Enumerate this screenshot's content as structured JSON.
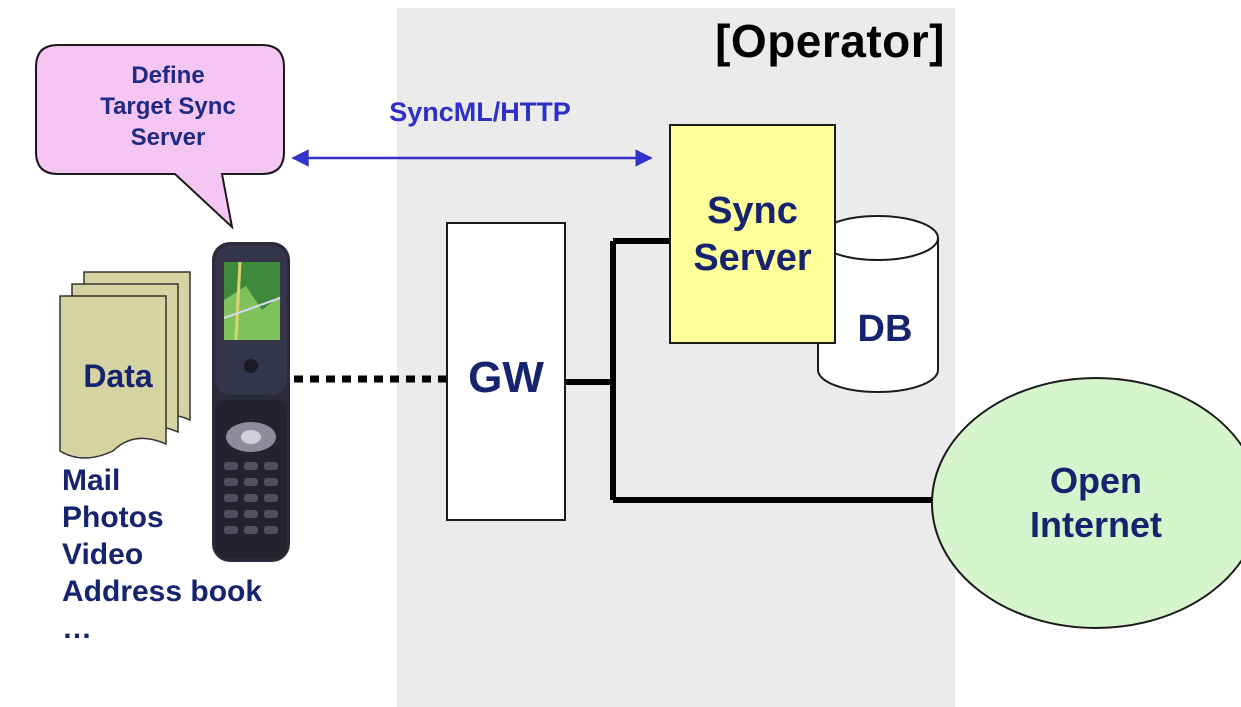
{
  "operator": {
    "title": "[Operator]"
  },
  "callout": {
    "lines": [
      "Define",
      "Target Sync",
      "Server"
    ]
  },
  "protocol": {
    "label": "SyncML/HTTP"
  },
  "sync_server": {
    "lines": [
      "Sync",
      "Server"
    ]
  },
  "database": {
    "label": "DB"
  },
  "gateway": {
    "label": "GW"
  },
  "internet": {
    "lines": [
      "Open",
      "Internet"
    ]
  },
  "data_stack": {
    "label": "Data"
  },
  "data_types": [
    "Mail",
    "Photos",
    "Video",
    "Address book",
    "…"
  ],
  "colors": {
    "operator_zone": "#ebebeb",
    "callout_fill": "#f5c6f3",
    "sync_server_fill": "#ffff99",
    "internet_fill": "#d6f5cc",
    "data_doc_fill": "#d6d3a2",
    "protocol_arrow": "#3333cc",
    "text_navy": "#16236e"
  }
}
